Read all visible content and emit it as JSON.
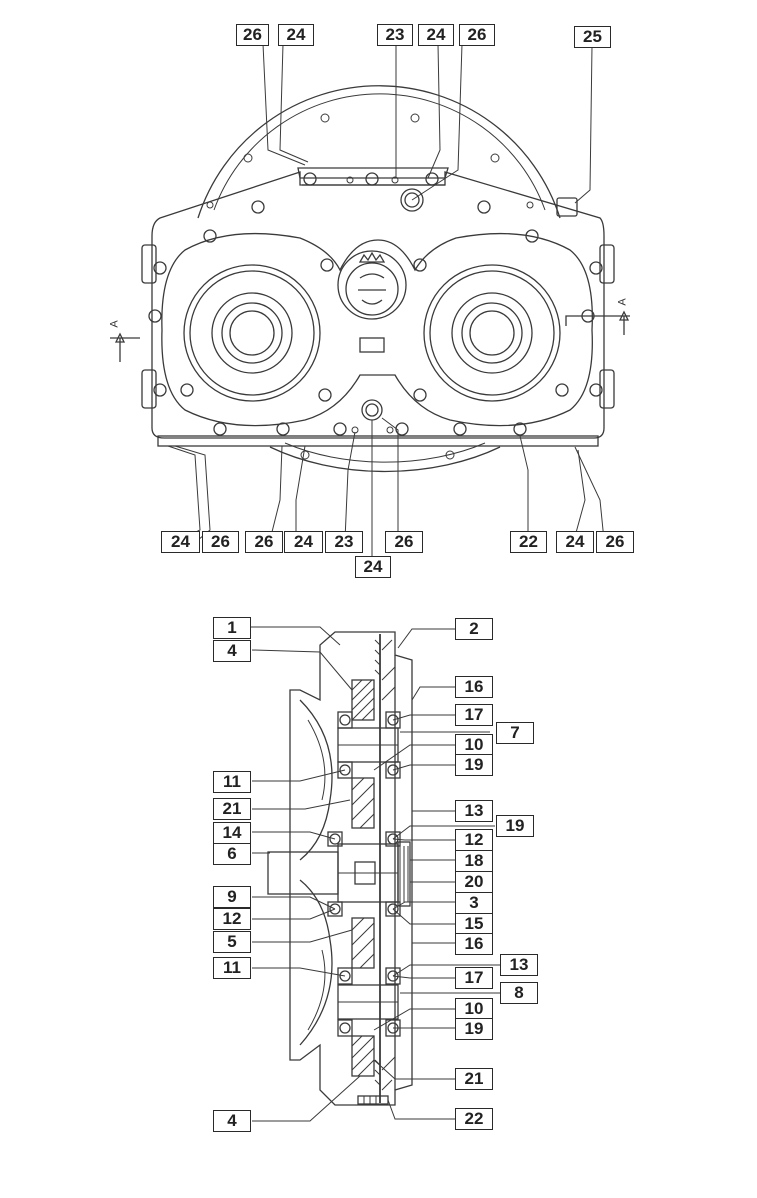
{
  "front_view": {
    "labels": [
      "26",
      "24",
      "23",
      "24",
      "26",
      "25",
      "24",
      "26",
      "26",
      "24",
      "23",
      "26",
      "24",
      "22",
      "24",
      "26"
    ],
    "section_mark": "A"
  },
  "section_view": {
    "labels": [
      "1",
      "4",
      "2",
      "16",
      "17",
      "7",
      "10",
      "19",
      "11",
      "21",
      "13",
      "19",
      "14",
      "12",
      "6",
      "18",
      "20",
      "9",
      "3",
      "12",
      "15",
      "5",
      "16",
      "11",
      "13",
      "17",
      "8",
      "10",
      "19",
      "21",
      "4",
      "22"
    ]
  }
}
